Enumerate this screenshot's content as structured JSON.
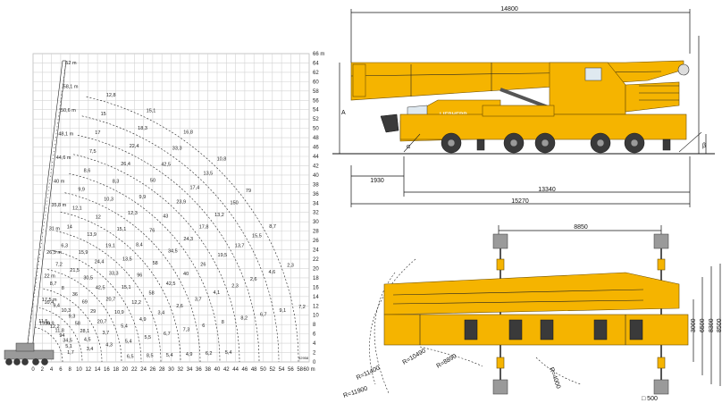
{
  "chart": {
    "x_ticks": [
      "0",
      "2",
      "4",
      "6",
      "8",
      "10",
      "12",
      "14",
      "16",
      "18",
      "20",
      "22",
      "24",
      "26",
      "28",
      "30",
      "32",
      "34",
      "36",
      "38",
      "40",
      "42",
      "44",
      "46",
      "48",
      "50",
      "52",
      "54",
      "56",
      "58",
      "60 m"
    ],
    "y_ticks": [
      "0",
      "2",
      "4",
      "6",
      "8",
      "10",
      "12",
      "14",
      "16",
      "18",
      "20",
      "22",
      "24",
      "26",
      "28",
      "30",
      "32",
      "34",
      "36",
      "38",
      "40",
      "42",
      "44",
      "46",
      "48",
      "50",
      "52",
      "54",
      "56",
      "58",
      "60",
      "62",
      "64",
      "66 m"
    ],
    "boom_labels": [
      "52 m",
      "58,1 m",
      "50,6 m",
      "48,1 m",
      "44,6 m",
      "40 m",
      "35,8 m",
      "31 m",
      "26,5 m",
      "22 m",
      "17,5 m",
      "13 m"
    ],
    "curve_values": [
      "11,5",
      "10,4",
      "8,7",
      "7,2",
      "6,3",
      "14",
      "12,1",
      "9,9",
      "8,6",
      "7,5",
      "17",
      "15",
      "12,8",
      "10,9",
      "9,4",
      "8",
      "21,5",
      "15,9",
      "13,9",
      "12",
      "10,3",
      "8,3",
      "26,4",
      "22,4",
      "18,3",
      "15,1",
      "12,2",
      "10,3",
      "36",
      "30,5",
      "24,4",
      "19,1",
      "15,1",
      "12,3",
      "9,9",
      "50",
      "42,5",
      "33,3",
      "16,8",
      "11,8",
      "9,3",
      "69",
      "42,5",
      "33,3",
      "13,5",
      "8,4",
      "76",
      "43",
      "23,9",
      "17,4",
      "13,5",
      "10,8",
      "94",
      "58",
      "29",
      "20,7",
      "15,1",
      "96",
      "58",
      "34,5",
      "24,3",
      "17,8",
      "13,2",
      "150",
      "79",
      "34,5",
      "28,1",
      "20,7",
      "10,9",
      "12,2",
      "58",
      "42,5",
      "40",
      "26",
      "19,5",
      "13,7",
      "15,5",
      "8,7",
      "5,1",
      "4,5",
      "3,7",
      "5,4",
      "4,9",
      "3,4",
      "2,6",
      "3,7",
      "4,1",
      "2,3",
      "2,6",
      "4,6",
      "2,3",
      "1,7",
      "3,4",
      "4,3",
      "5,4",
      "5,5",
      "6,7",
      "7,3",
      "6",
      "8",
      "8,2",
      "6,7",
      "9,1",
      "7,2",
      "5,8",
      "6,2",
      "6,8",
      "6,5",
      "8,5",
      "5,4",
      "4,9",
      "6,2",
      "5,4"
    ],
    "code": "92958"
  },
  "side_view": {
    "overall_length": "14800",
    "front_overhang": "1930",
    "wheelbase_span": "13340",
    "total_span": "15270",
    "label_a": "A",
    "label_alpha": "α",
    "label_beta": "β",
    "brand": "LIEBHERR"
  },
  "top_view": {
    "outrigger_span": "8850",
    "dim_3000": "3000",
    "dim_6500": "6500",
    "dim_8300": "8300",
    "dim_8500": "8500",
    "dim_500": "□ 500",
    "r_10490": "R=10490",
    "r_8890": "R=8890",
    "r_11400": "R=11400",
    "r_11900": "R=11900",
    "r_4000": "R=4000"
  },
  "colors": {
    "crane_yellow": "#f5b400",
    "grid": "#d3d3d3"
  }
}
